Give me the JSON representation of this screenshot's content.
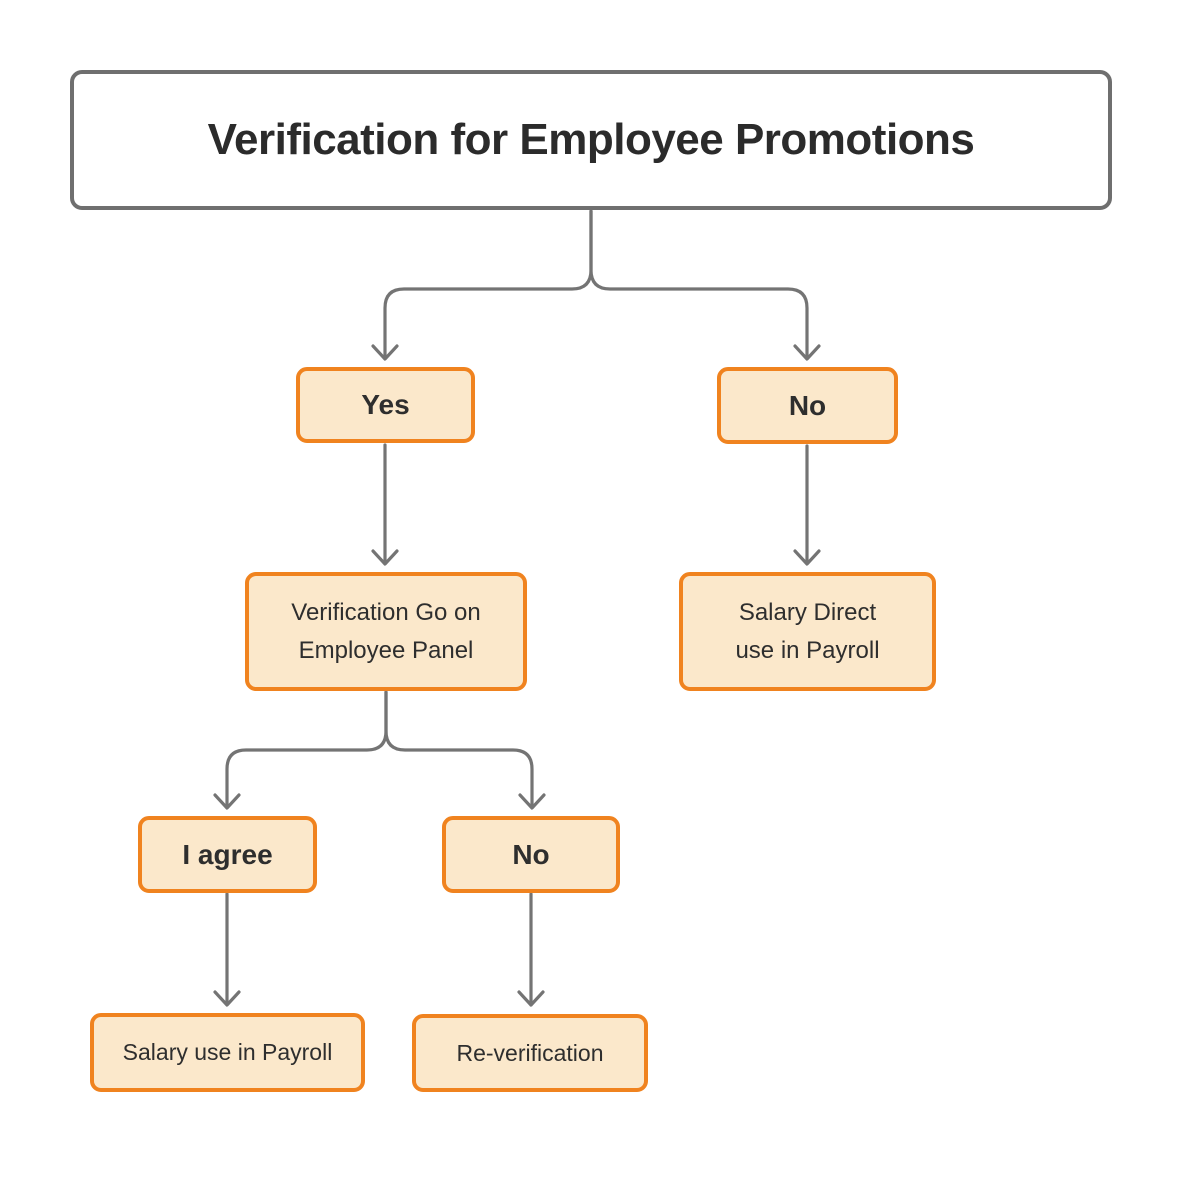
{
  "diagram": {
    "title": "Verification for Employee Promotions",
    "nodes": {
      "yes": {
        "label": "Yes"
      },
      "no_right": {
        "label": "No"
      },
      "panel": {
        "lines": [
          "Verification Go on",
          "Employee Panel"
        ]
      },
      "salary_direct": {
        "lines": [
          "Salary Direct",
          "use in Payroll"
        ]
      },
      "i_agree": {
        "label": "I agree"
      },
      "no_left": {
        "label": "No"
      },
      "salary_payroll": {
        "label": "Salary use in Payroll"
      },
      "re_verification": {
        "label": "Re-verification"
      }
    },
    "edges": [
      {
        "from": "title",
        "to": "yes"
      },
      {
        "from": "title",
        "to": "no_right"
      },
      {
        "from": "yes",
        "to": "panel"
      },
      {
        "from": "no_right",
        "to": "salary_direct"
      },
      {
        "from": "panel",
        "to": "i_agree"
      },
      {
        "from": "panel",
        "to": "no_left"
      },
      {
        "from": "i_agree",
        "to": "salary_payroll"
      },
      {
        "from": "no_left",
        "to": "re_verification"
      }
    ]
  },
  "colors": {
    "node-border": "#F0831F",
    "node-fill": "#FBE8CB",
    "connector": "#747474",
    "title-border": "#6F6F6F",
    "text": "#2E2E2E",
    "background": "#FFFFFF"
  }
}
